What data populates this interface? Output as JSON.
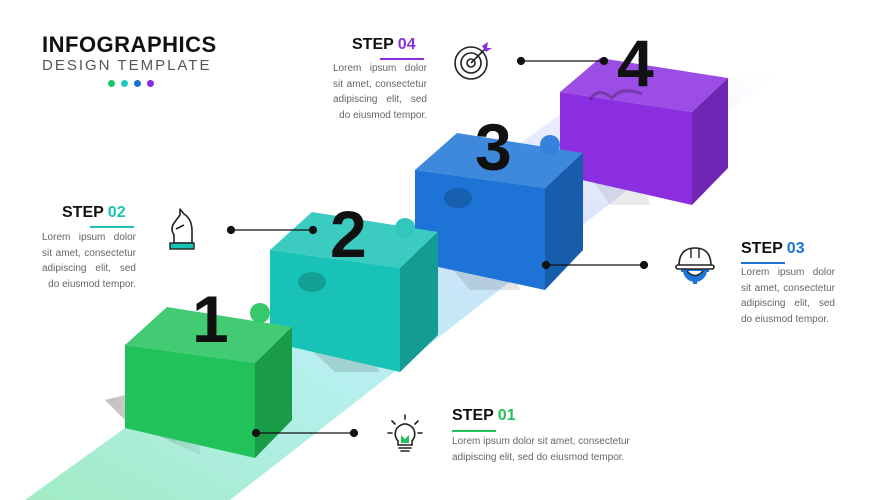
{
  "header": {
    "title": "INFOGRAPHICS",
    "subtitle": "DESIGN TEMPLATE",
    "dot_colors": [
      "#17c964",
      "#1ec9c0",
      "#1f6fd1",
      "#8a2be2"
    ]
  },
  "steps": [
    {
      "step_word": "STEP",
      "step_number": "01",
      "block_number": "1",
      "color": "#21c25a",
      "icon": "lightbulb-icon",
      "desc_lines": [
        "Lorem ipsum dolor sit amet, consectetur",
        "adipiscing elit, sed do eiusmod tempor."
      ]
    },
    {
      "step_word": "STEP",
      "step_number": "02",
      "block_number": "2",
      "color": "#19c2b6",
      "icon": "chess-knight-icon",
      "desc_lines": [
        "Lorem ipsum dolor",
        "sit amet, consectetur",
        "adipiscing elit, sed",
        "do eiusmod tempor."
      ]
    },
    {
      "step_word": "STEP",
      "step_number": "03",
      "block_number": "3",
      "color": "#1d74d6",
      "icon": "hard-hat-gear-icon",
      "desc_lines": [
        "Lorem ipsum dolor",
        "sit amet, consectetur",
        "adipiscing elit, sed",
        "do eiusmod tempor."
      ]
    },
    {
      "step_word": "STEP",
      "step_number": "04",
      "block_number": "4",
      "color": "#8b2ee0",
      "icon": "target-icon",
      "desc_lines": [
        "Lorem ipsum dolor",
        "sit amet, consectetur",
        "adipiscing elit, sed",
        "do eiusmod tempor."
      ]
    }
  ]
}
